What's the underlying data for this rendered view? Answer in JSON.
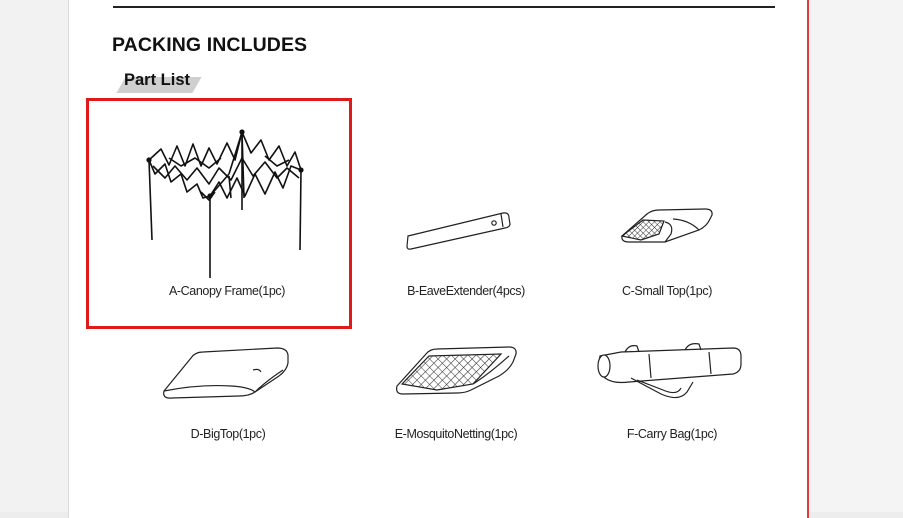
{
  "section_title": "PACKING INCLUDES",
  "subtitle": "Part List",
  "parts": [
    {
      "caption": "A-Canopy Frame(1pc)",
      "icon": "canopy-frame-icon"
    },
    {
      "caption": "B-EaveExtender(4pcs)",
      "icon": "eave-extender-icon"
    },
    {
      "caption": "C-Small Top(1pc)",
      "icon": "small-top-icon"
    },
    {
      "caption": "D-BigTop(1pc)",
      "icon": "big-top-icon"
    },
    {
      "caption": "E-MosquitoNetting(1pc)",
      "icon": "mosquito-netting-icon"
    },
    {
      "caption": "F-Carry Bag(1pc)",
      "icon": "carry-bag-icon"
    }
  ],
  "colors": {
    "highlight": "#e01a1a",
    "page_border": "#e23b3b",
    "ink": "#111111"
  }
}
